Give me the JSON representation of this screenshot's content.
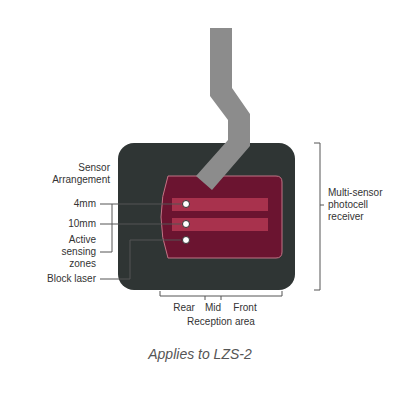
{
  "diagram": {
    "caption": "Applies to LZS-2",
    "labels": [
      "Sensor Arrangement",
      "4mm",
      "10mm",
      "Active sensing zones",
      "Block laser",
      "Multi-sensor photocell receiver",
      "Rear",
      "Mid",
      "Front",
      "Reception area"
    ]
  }
}
